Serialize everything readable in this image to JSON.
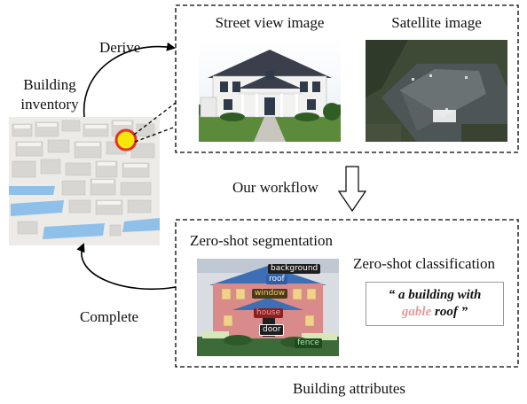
{
  "left_panel": {
    "title_line1": "Building",
    "title_line2": "inventory"
  },
  "arrows": {
    "derive_label": "Derive",
    "complete_label": "Complete",
    "workflow_label": "Our workflow"
  },
  "top_box": {
    "street_view_title": "Street view image",
    "satellite_title": "Satellite image"
  },
  "bottom_box": {
    "segmentation_title": "Zero-shot segmentation",
    "classification_title": "Zero-shot classification",
    "mask_tags": [
      "background",
      "roof",
      "window",
      "house",
      "door",
      "fence"
    ],
    "quote_before": "“ a building with",
    "quote_highlight": "gable",
    "quote_after": "roof ”",
    "caption": "Building attributes"
  },
  "colors": {
    "highlight": "#e49a9a",
    "marker_fill": "#f5e70a",
    "marker_stroke": "#e53228",
    "water": "#8ec0ea",
    "house_mask": "#d98a8a",
    "roof_mask": "#3c6fb5"
  }
}
